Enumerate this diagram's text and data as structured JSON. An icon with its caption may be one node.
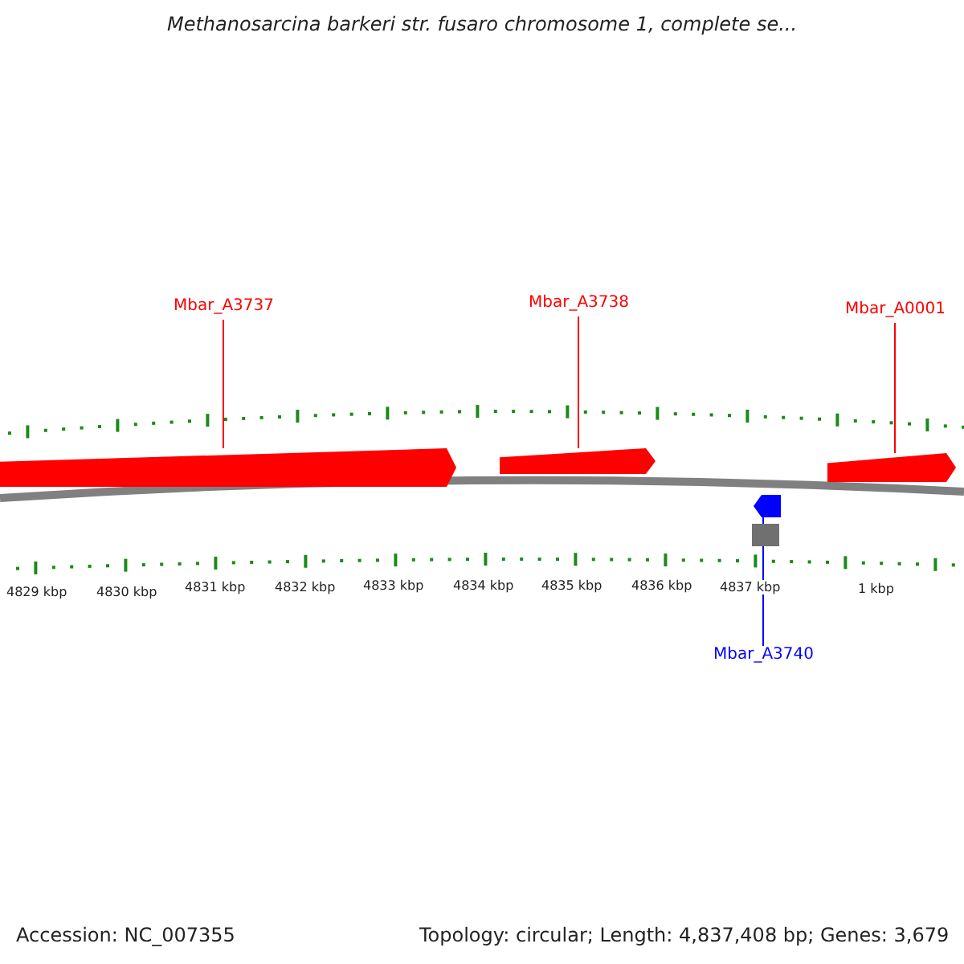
{
  "diagram": {
    "title": "Methanosarcina barkeri str. fusaro chromosome 1, complete se...",
    "nodes": [
      {
        "text": [
          "Mbar_A3737"
        ]
      },
      {
        "text": [
          "Mbar_A3738"
        ]
      },
      {
        "text": [
          "Mbar_A0001"
        ]
      },
      {
        "text": [],
        "shape": "bar"
      },
      {
        "text": [],
        "shape": "bar"
      },
      {
        "text": [],
        "shape": "bar"
      },
      {
        "text": [],
        "shape": "bar"
      },
      {
        "text": [],
        "shape": "box"
      },
      {
        "text": [
          "Mbar_A3740"
        ]
      }
    ],
    "edges": [
      {
        "from": 0,
        "to": 3,
        "arrow": "none",
        "color": "#ff0000"
      },
      {
        "from": 1,
        "to": 4,
        "arrow": "none",
        "color": "#ff0000"
      },
      {
        "from": 2,
        "to": 5,
        "arrow": "none",
        "color": "#ff0000"
      },
      {
        "from": 8,
        "to": 6,
        "arrow": "none",
        "color": "#0000ff"
      }
    ],
    "labels": [
      "4829 kbp",
      "4830 kbp",
      "4831 kbp",
      "4832 kbp",
      "4833 kbp",
      "4834 kbp",
      "4835 kbp",
      "4836 kbp",
      "4837 kbp",
      "1 kbp",
      "Accession: NC_007355",
      "Topology: circular; Length: 4,837,408 bp; Genes: 3,679"
    ]
  }
}
